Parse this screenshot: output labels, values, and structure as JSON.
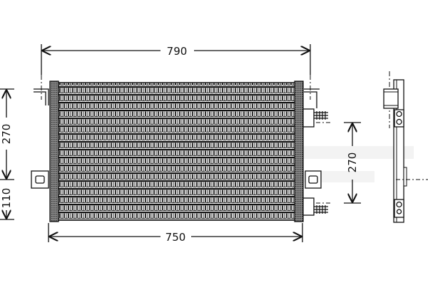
{
  "drawing": {
    "subject": "AC condenser technical drawing",
    "colors": {
      "line": "#111111",
      "background": "#ffffff",
      "watermark": "#e4e4e4"
    },
    "dimensions": {
      "overall_width": "790",
      "core_width": "750",
      "left_height_upper": "270",
      "left_height_lower": "110",
      "right_port_spacing": "270"
    },
    "views": [
      "front-view",
      "side-view"
    ]
  }
}
